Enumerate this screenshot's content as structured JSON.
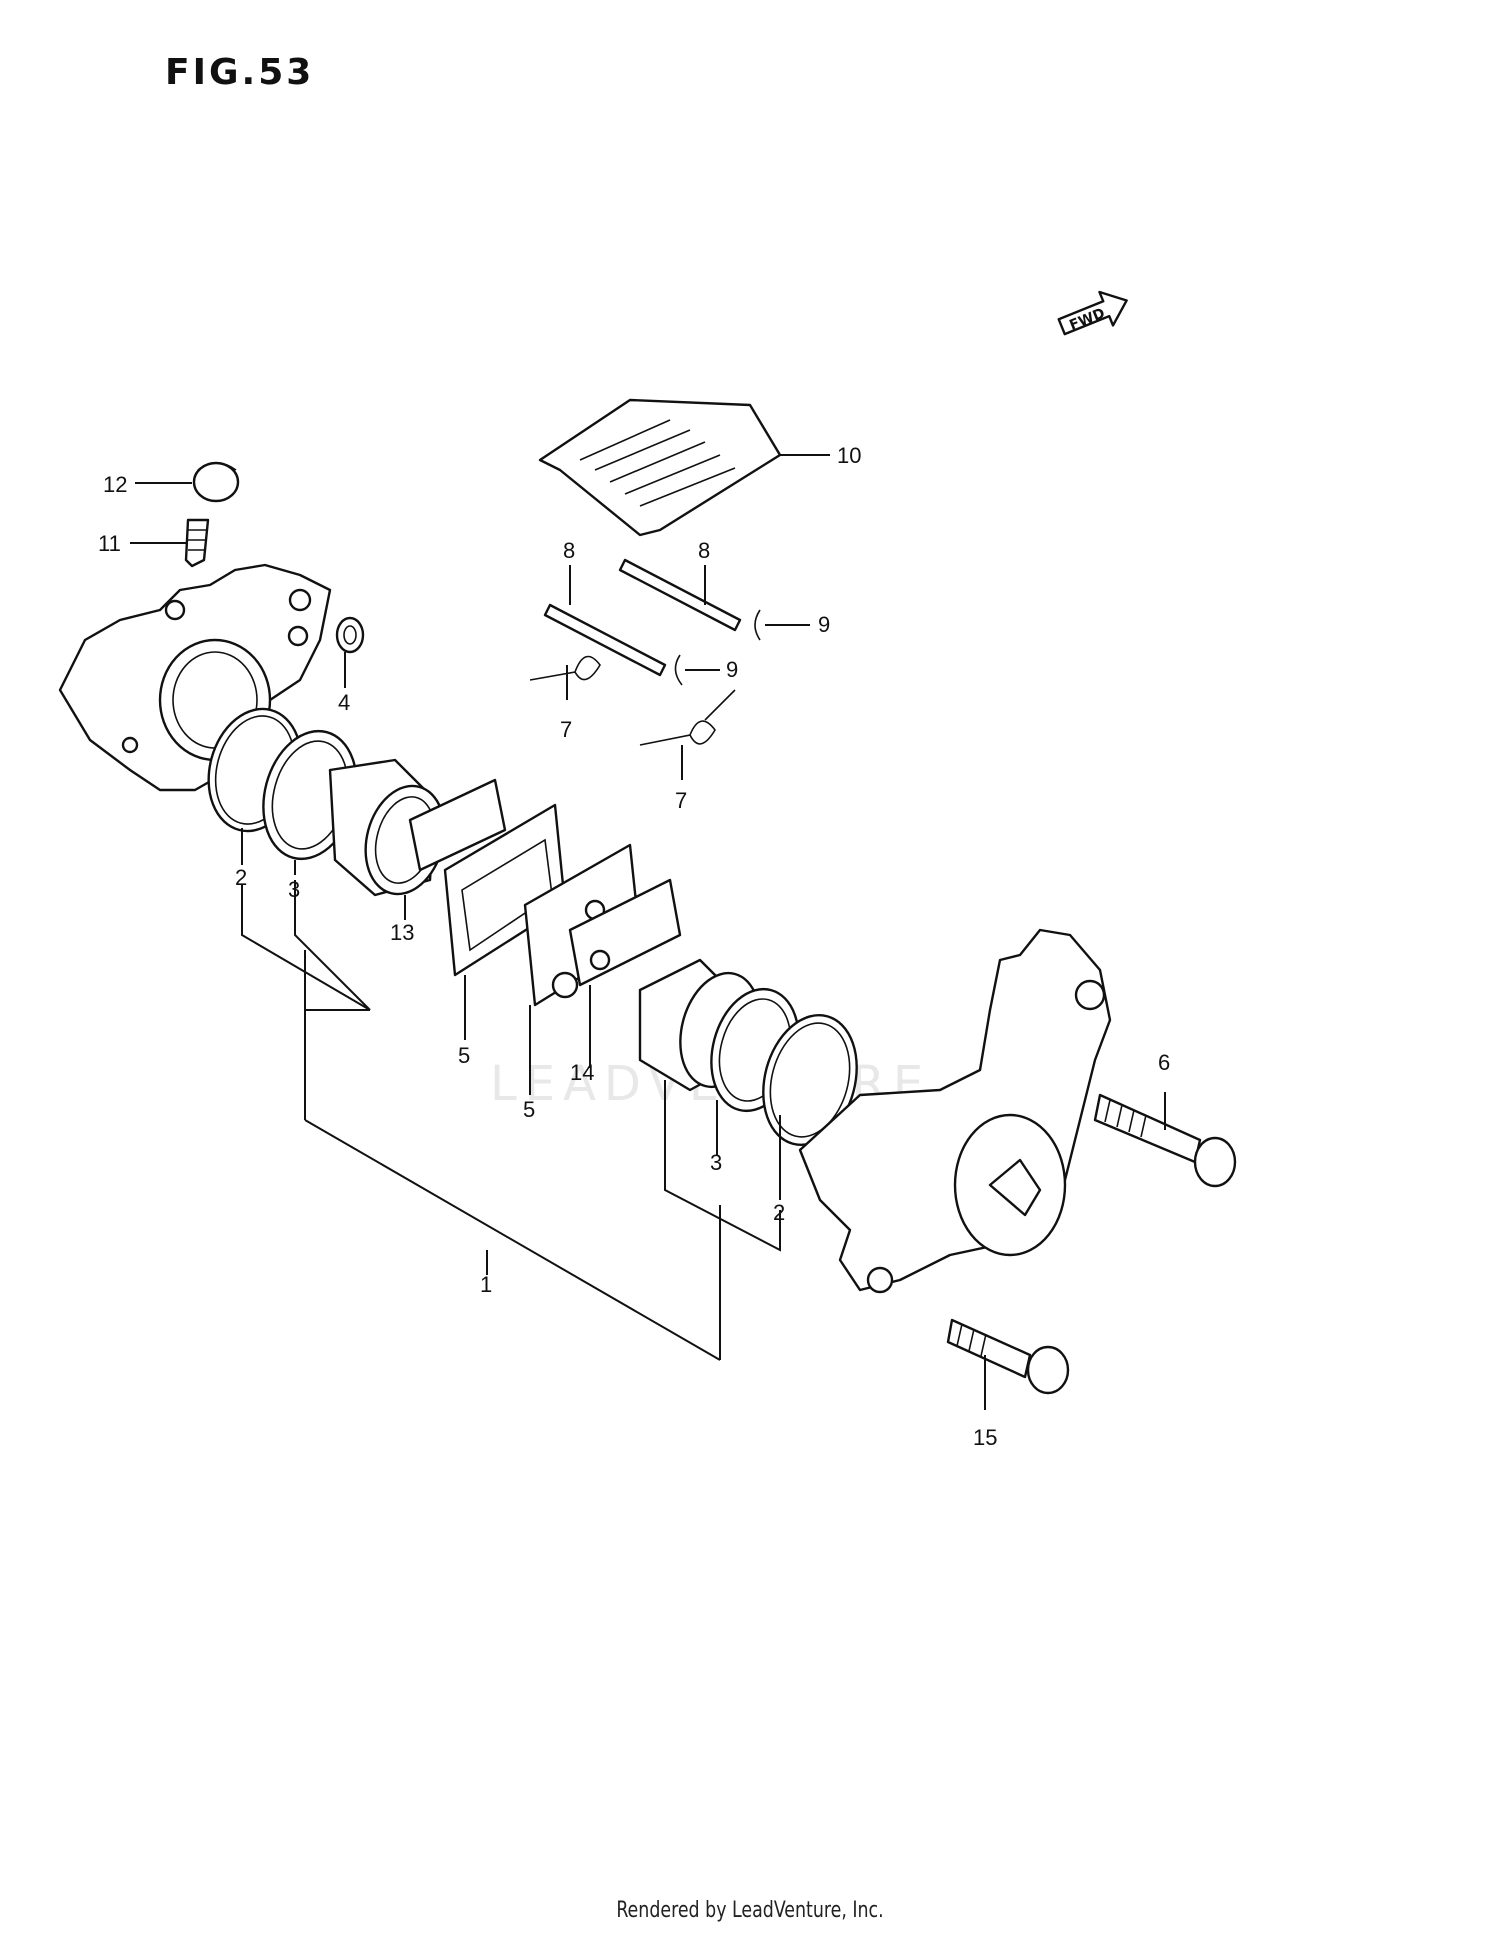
{
  "figure": {
    "title": "FIG.53"
  },
  "direction_arrow": {
    "label": "FWD",
    "icon": "fwd-arrow-icon"
  },
  "callouts": [
    {
      "id": "c12",
      "text": "12"
    },
    {
      "id": "c11",
      "text": "11"
    },
    {
      "id": "c10",
      "text": "10"
    },
    {
      "id": "c8a",
      "text": "8"
    },
    {
      "id": "c8b",
      "text": "8"
    },
    {
      "id": "c9a",
      "text": "9"
    },
    {
      "id": "c9b",
      "text": "9"
    },
    {
      "id": "c7a",
      "text": "7"
    },
    {
      "id": "c7b",
      "text": "7"
    },
    {
      "id": "c4",
      "text": "4"
    },
    {
      "id": "c2a",
      "text": "2"
    },
    {
      "id": "c3a",
      "text": "3"
    },
    {
      "id": "c13",
      "text": "13"
    },
    {
      "id": "c5a",
      "text": "5"
    },
    {
      "id": "c5b",
      "text": "5"
    },
    {
      "id": "c14",
      "text": "14"
    },
    {
      "id": "c3b",
      "text": "3"
    },
    {
      "id": "c2b",
      "text": "2"
    },
    {
      "id": "c1",
      "text": "1"
    },
    {
      "id": "c6",
      "text": "6"
    },
    {
      "id": "c15",
      "text": "15"
    }
  ],
  "watermark": {
    "text": "LEADVENTURE"
  },
  "footer": {
    "text": "Rendered by LeadVenture, Inc."
  }
}
